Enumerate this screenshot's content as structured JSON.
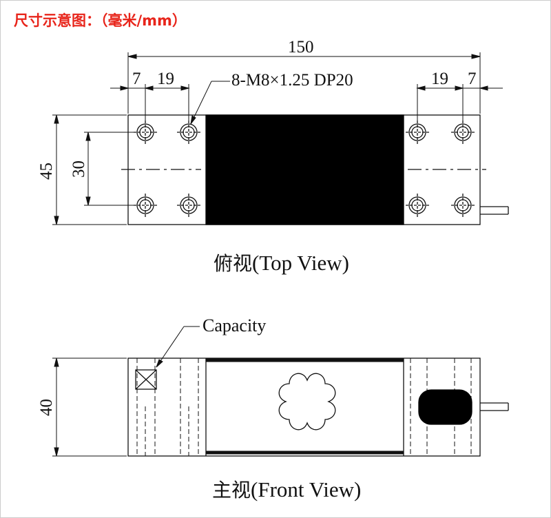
{
  "heading": "尺寸示意图：（毫米/mm）",
  "top_view": {
    "dims": {
      "total_length": "150",
      "edge_left": "7",
      "pitch_left": "19",
      "pitch_right": "19",
      "edge_right": "7",
      "width": "45",
      "hole_spacing": "30"
    },
    "thread_note": "8-M8×1.25 DP20",
    "caption_cjk": "俯视",
    "caption_en": "(Top View)"
  },
  "front_view": {
    "dims": {
      "height": "40"
    },
    "capacity_label": "Capacity",
    "caption_cjk": "主视",
    "caption_en": "(Front View)"
  },
  "colors": {
    "heading": "#e8251b",
    "line": "#111111",
    "fill": "#000000"
  }
}
